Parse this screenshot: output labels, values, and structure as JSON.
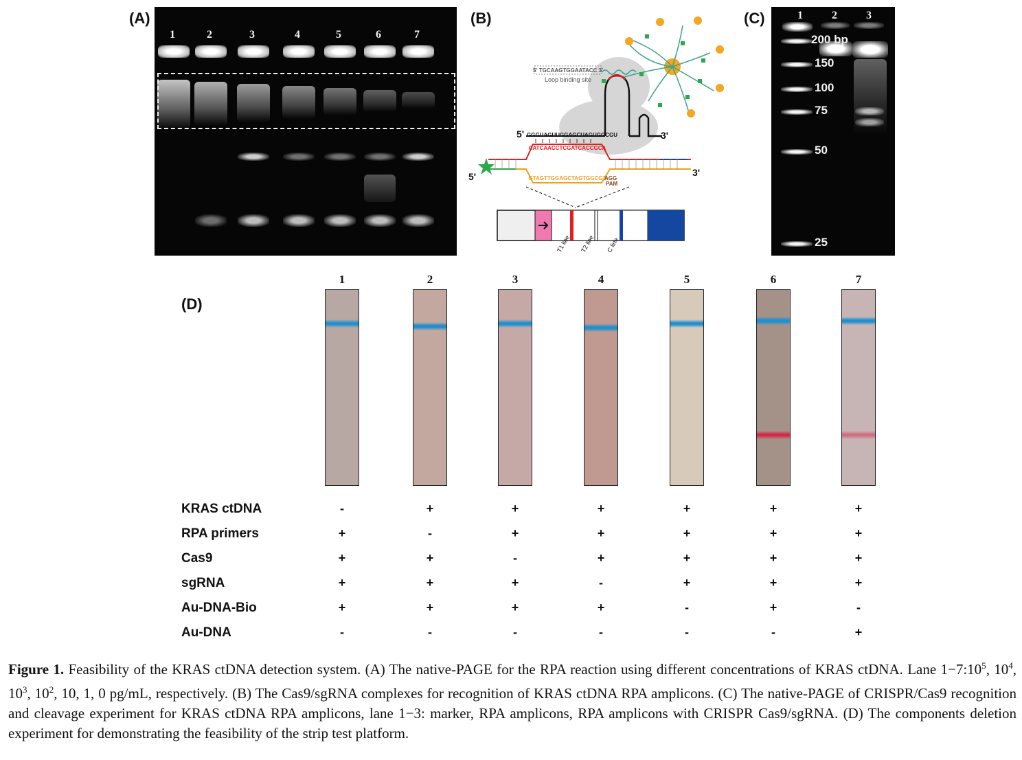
{
  "panels": {
    "A": "(A)",
    "B": "(B)",
    "C": "(C)",
    "D": "(D)"
  },
  "panel_a": {
    "lanes": [
      "1",
      "2",
      "3",
      "4",
      "5",
      "6",
      "7"
    ]
  },
  "panel_b": {
    "loop_seq": "5' TGCAAGTGGAATACC 3'",
    "loop_label": "Loop binding site",
    "sg_5prime": "5'",
    "sg_seq": "GGGUAGUUGGAGCUAGUGGCGU",
    "sg_3prime": "3'",
    "red_seq": "CATCAACCTCGATCACCGCA",
    "orange_seq": "GTAGTTGGAGCTAGTGGCGT",
    "agg": "AGG",
    "pam": "PAM",
    "dna_5prime": "5'",
    "dna_3prime": "3'",
    "t1": "T1 line",
    "t2": "T2 line",
    "c_line": "C line",
    "colors": {
      "red": "#e02020",
      "orange": "#f0a020",
      "blue": "#1a3fb0",
      "green": "#2aa84a",
      "pink": "#f07ab0",
      "gold": "#f5a623"
    }
  },
  "panel_c": {
    "lanes": [
      "1",
      "2",
      "3"
    ],
    "markers": [
      "200 bp",
      "150",
      "100",
      "75",
      "50",
      "25"
    ]
  },
  "panel_d": {
    "strips": [
      "1",
      "2",
      "3",
      "4",
      "5",
      "6",
      "7"
    ],
    "rows": [
      {
        "label": "KRAS ctDNA",
        "values": [
          "-",
          "+",
          "+",
          "+",
          "+",
          "+",
          "+"
        ]
      },
      {
        "label": "RPA primers",
        "values": [
          "+",
          "-",
          "+",
          "+",
          "+",
          "+",
          "+"
        ]
      },
      {
        "label": "Cas9",
        "values": [
          "+",
          "+",
          "-",
          "+",
          "+",
          "+",
          "+"
        ]
      },
      {
        "label": "sgRNA",
        "values": [
          "+",
          "+",
          "+",
          "-",
          "+",
          "+",
          "+"
        ]
      },
      {
        "label": "Au-DNA-Bio",
        "values": [
          "+",
          "+",
          "+",
          "+",
          "-",
          "+",
          "-"
        ]
      },
      {
        "label": "Au-DNA",
        "values": [
          "-",
          "-",
          "-",
          "-",
          "-",
          "-",
          "+"
        ]
      }
    ]
  },
  "caption": {
    "fig": "Figure 1.",
    "text": " Feasibility of the KRAS ctDNA detection system. (A) The native-PAGE for the RPA reaction using different concentrations of KRAS ctDNA. Lane 1−7:10",
    "e5": "5",
    "t2": ", 10",
    "e4": "4",
    "t3": ", 10",
    "e3": "3",
    "t4": ", 10",
    "e2": "2",
    "t5": ", 10, 1, 0 pg/mL, respectively. (B) The Cas9/sgRNA complexes for recognition of KRAS ctDNA RPA amplicons. (C) The native-PAGE of CRISPR/Cas9 recognition and cleavage experiment for KRAS ctDNA RPA amplicons, lane 1−3: marker, RPA amplicons, RPA amplicons with CRISPR Cas9/sgRNA. (D) The components deletion experiment for demonstrating the feasibility of the strip test platform."
  }
}
